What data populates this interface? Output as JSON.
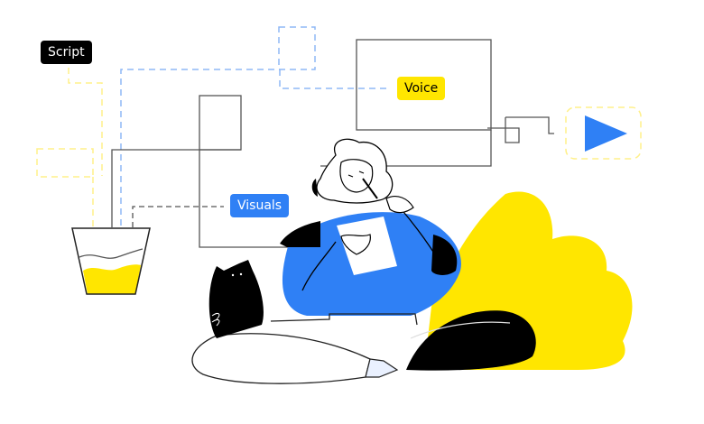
{
  "illustration": {
    "labels": {
      "script": "Script",
      "voice": "Voice",
      "visuals": "Visuals"
    },
    "icons": {
      "play": "play-triangle-icon",
      "cup": "cup-icon",
      "cat": "cat-icon",
      "person": "person-thinking-icon",
      "leaf": "leaf-shape-icon"
    },
    "colors": {
      "yellow": "#ffe600",
      "blue": "#2f80f5",
      "black": "#000000",
      "line": "#555555",
      "dash_blue": "#8fb8f5",
      "dash_yellow": "#fff08a"
    }
  }
}
